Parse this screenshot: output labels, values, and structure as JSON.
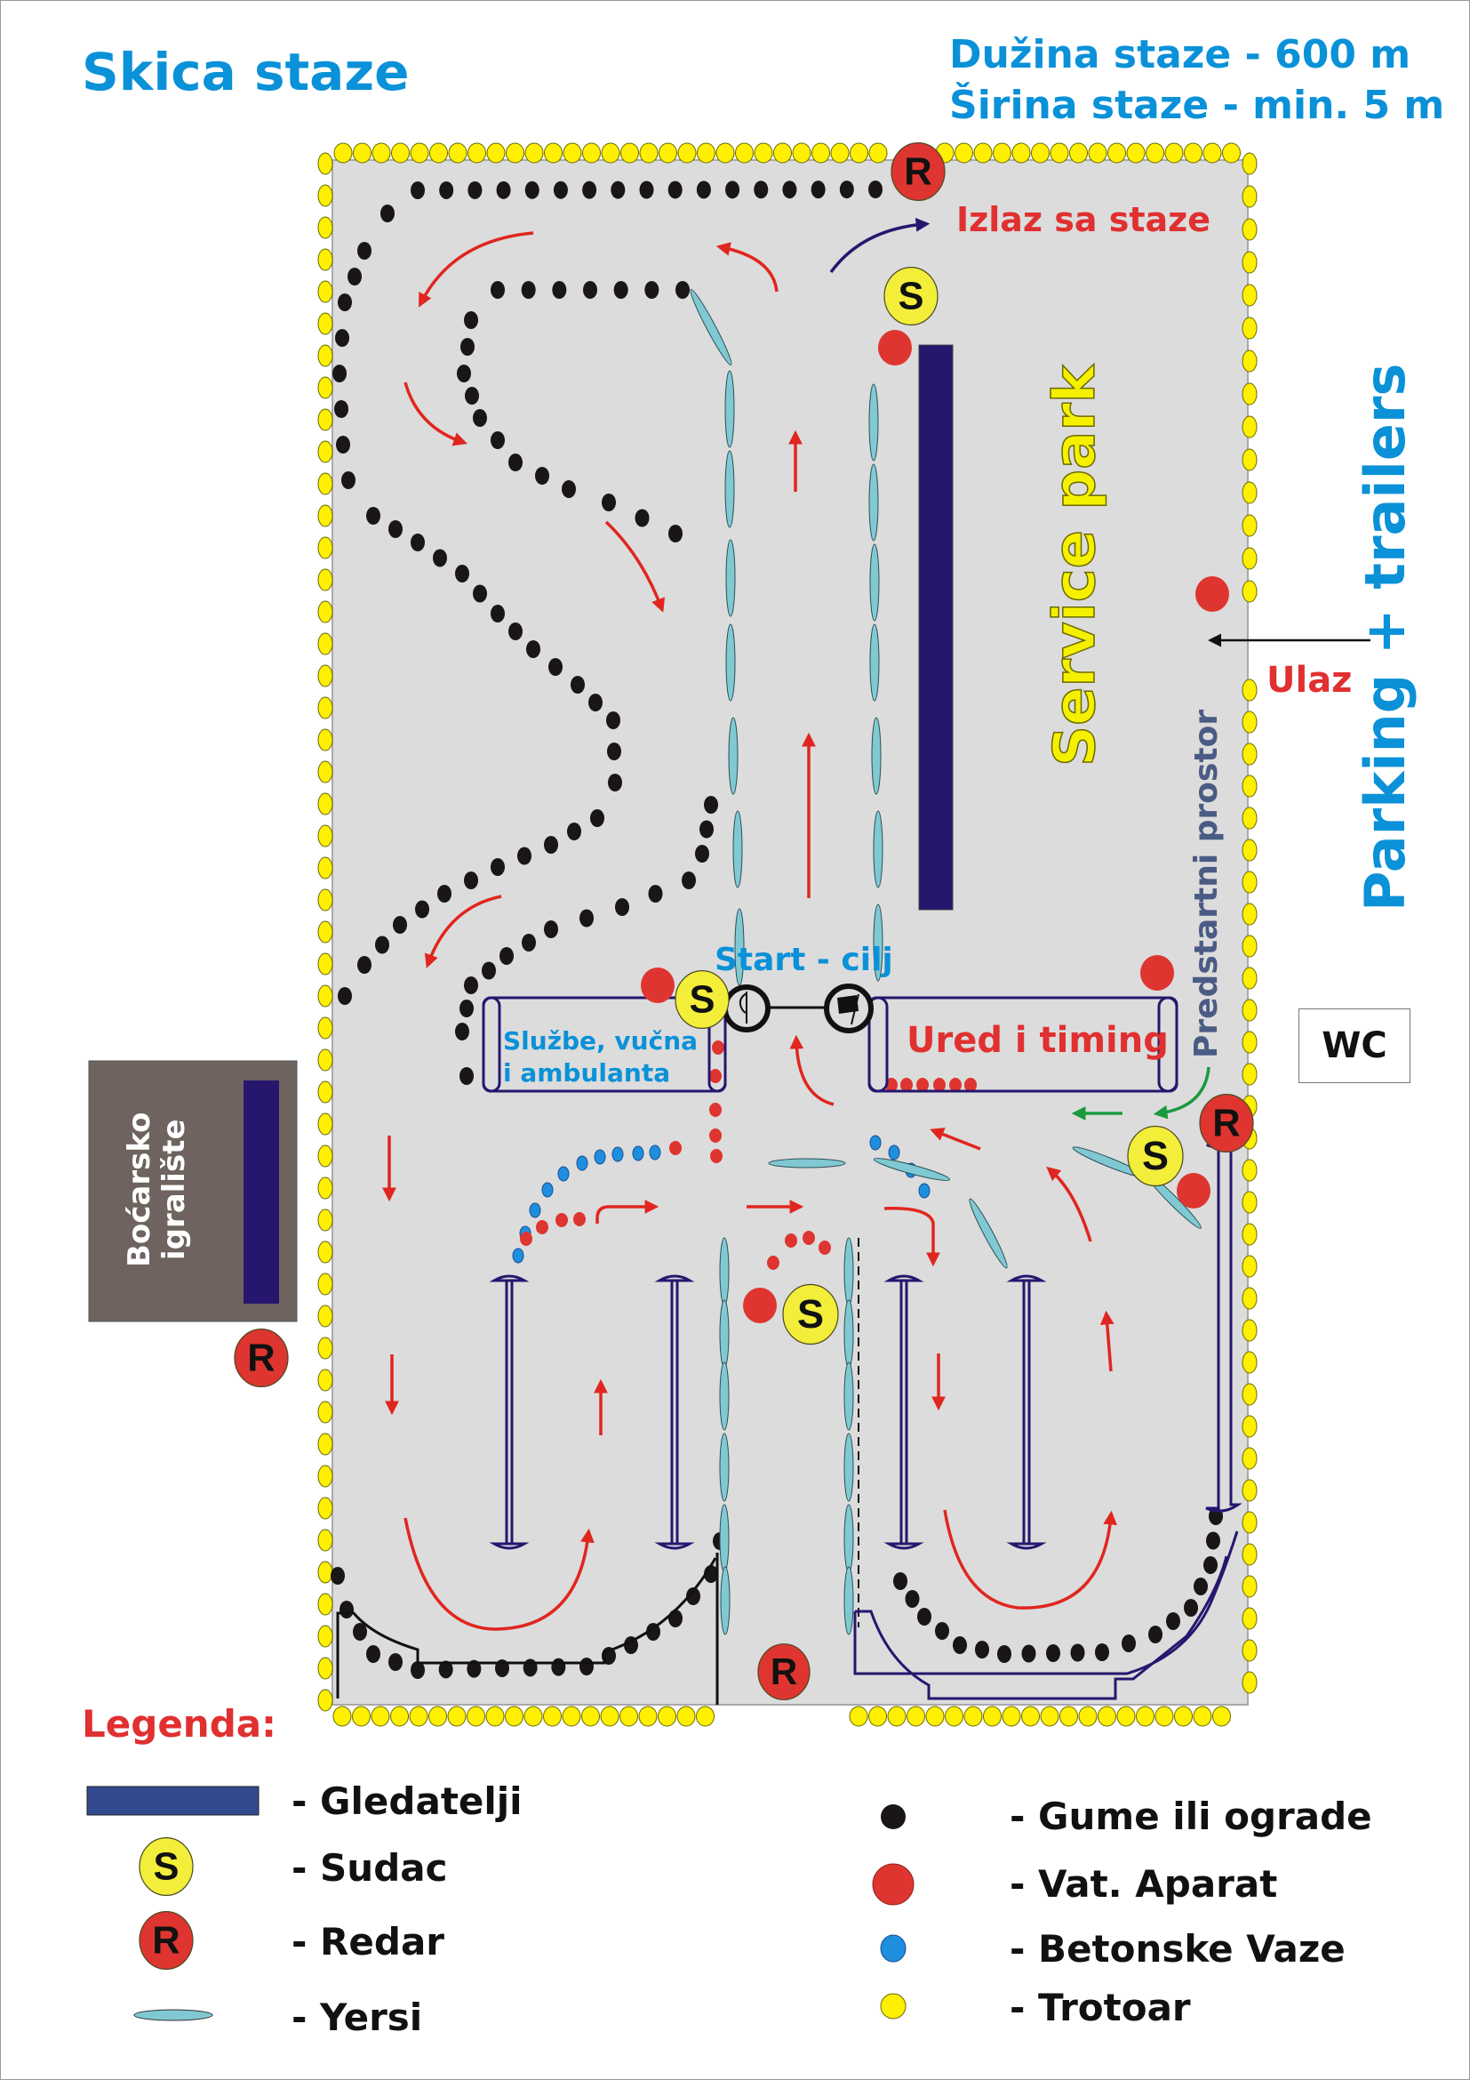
{
  "header": {
    "title": "Skica staze",
    "track_length": "Dužina staze - 600 m",
    "track_width": "Širina staze - min. 5 m"
  },
  "map_labels": {
    "exit": "Izlaz sa staze",
    "entrance": "Ulaz",
    "service_park": "Service park",
    "prestart_area": "Predstartni prostor",
    "parking": "Parking + trailers",
    "wc": "WC",
    "start_finish": "Start - cilj",
    "services_line1": "Službe, vučna",
    "services_line2": "i ambulanta",
    "office_timing": "Ured i timing",
    "bocce_line1": "Boćarsko",
    "bocce_line2": "igralište"
  },
  "markers": {
    "judge_letter": "S",
    "marshal_letter": "R"
  },
  "legend": {
    "title": "Legenda:",
    "items_left": [
      {
        "symbol": "spectators-bar",
        "label": "- Gledatelji"
      },
      {
        "symbol": "judge-marker",
        "label": "- Sudac"
      },
      {
        "symbol": "marshal-marker",
        "label": "- Redar"
      },
      {
        "symbol": "barrier-ellipse",
        "label": "- Yersi"
      }
    ],
    "items_right": [
      {
        "symbol": "black-dot",
        "label": "- Gume ili ograde"
      },
      {
        "symbol": "red-dot",
        "label": "- Vat. Aparat"
      },
      {
        "symbol": "blue-dot",
        "label": "- Betonske Vaze"
      },
      {
        "symbol": "yellow-dot",
        "label": "- Trotoar"
      }
    ]
  },
  "colors": {
    "title_blue": "#0a91d8",
    "label_red": "#e03030",
    "track_grey": "#dcdcdc",
    "spectator_navy": "#26166e",
    "legend_spectator": "#334b8e",
    "judge_yellow": "#f2ee3a",
    "marshal_red": "#de3530",
    "tyre_black": "#1a1616",
    "vase_blue": "#1e8edf",
    "sidewalk_yellow": "#ffef00",
    "barrier_cyan": "#80c9d3",
    "bocce_brown": "#6e635e",
    "entry_green": "#1a9a3e"
  }
}
